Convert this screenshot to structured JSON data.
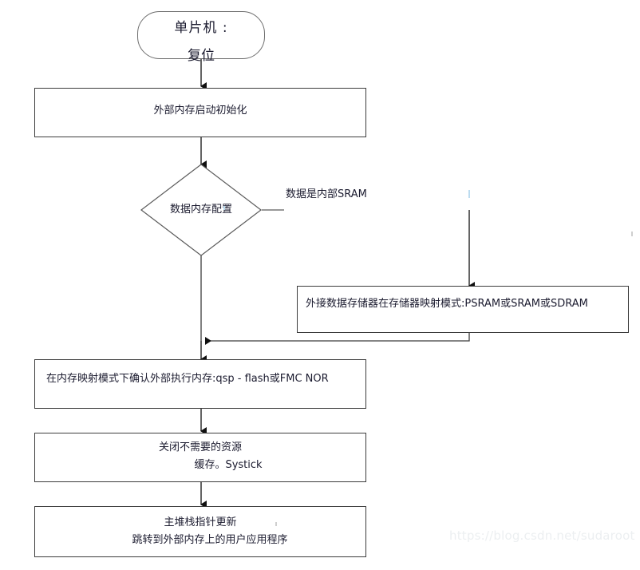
{
  "diagram": {
    "type": "flowchart",
    "title_watermark": "https://blog.csdn.net/sudaroot",
    "nodes": {
      "start": {
        "shape": "terminator",
        "line1": "单片机 :",
        "line2": "复位"
      },
      "init": {
        "shape": "process",
        "text": "外部内存启动初始化"
      },
      "decision": {
        "shape": "decision",
        "text": "数据内存配置"
      },
      "external_mem": {
        "shape": "process",
        "text": "外接数据存储器在存储器映射模式:PSRAM或SRAM或SDRAM"
      },
      "confirm_exec": {
        "shape": "process",
        "text": "在内存映射模式下确认外部执行内存:qsp - flash或FMC NOR"
      },
      "close_res": {
        "shape": "process",
        "line1": "关闭不需要的资源",
        "line2": "缓存。Systick"
      },
      "jump": {
        "shape": "process",
        "line1": "主堆栈指针更新",
        "line2": "跳转到外部内存上的用户应用程序"
      }
    },
    "edges": {
      "branch_label": "数据是内部SRAM"
    },
    "colors": {
      "stroke": "#3c3c3c",
      "start_stroke": "#6e6e6e",
      "text": "#1b1b2f",
      "background": "#ffffff",
      "watermark": "#eceff1"
    }
  }
}
